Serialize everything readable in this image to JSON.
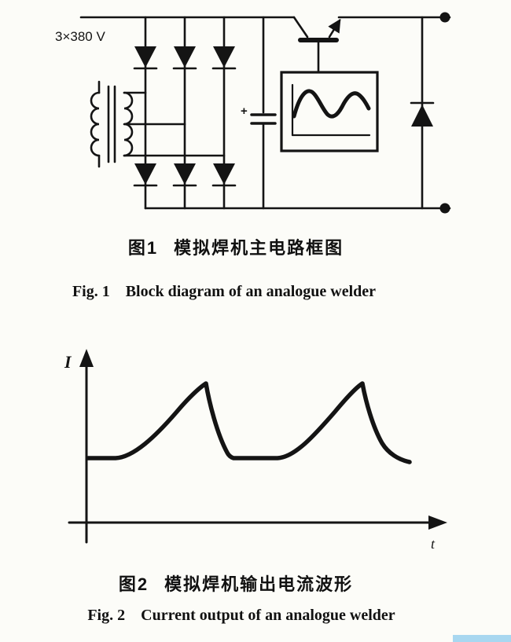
{
  "document": {
    "background": "#fcfcf8",
    "ink": "#141414",
    "artifact_color": "#a8d7f0"
  },
  "figure1": {
    "voltage_label": "3×380 V",
    "capacitor_polarity": "+",
    "caption_zh_prefix": "图1",
    "caption_zh_text": "模拟焊机主电路框图",
    "caption_en_prefix": "Fig. 1",
    "caption_en_text": "Block diagram of an analogue welder",
    "icons": [
      "three-phase-transformer-icon",
      "bridge-rectifier-diode-icon",
      "filter-capacitor-icon",
      "pass-transistor-icon",
      "control-waveform-box-icon",
      "freewheeling-diode-icon",
      "output-terminal-icon"
    ]
  },
  "figure2": {
    "y_axis_label": "I",
    "x_axis_label": "t",
    "caption_zh_prefix": "图2",
    "caption_zh_text": "模拟焊机输出电流波形",
    "caption_en_prefix": "Fig. 2",
    "caption_en_text": "Current output of an analogue welder"
  },
  "chart_data": {
    "type": "line",
    "title": "模拟焊机输出电流波形 / Current output of an analogue welder",
    "xlabel": "t",
    "ylabel": "I",
    "x": [
      0,
      0.9,
      1.6,
      2.4,
      3.2,
      3.55,
      3.7,
      4.1,
      4.5,
      5.6,
      6.3,
      7.1,
      7.8,
      8.0,
      8.4,
      9.0,
      9.6
    ],
    "values": [
      1.0,
      1.0,
      1.3,
      1.7,
      2.0,
      2.15,
      2.05,
      1.4,
      1.0,
      1.0,
      1.3,
      1.7,
      2.1,
      2.15,
      1.8,
      1.2,
      0.95
    ],
    "ylim": [
      0,
      2.5
    ],
    "grid": false,
    "legend": false,
    "notes": "Periodic waveform: slow curved rise to a sharp peak, then rapid fall back to baseline; two periods shown; axes have no numeric tick labels."
  }
}
